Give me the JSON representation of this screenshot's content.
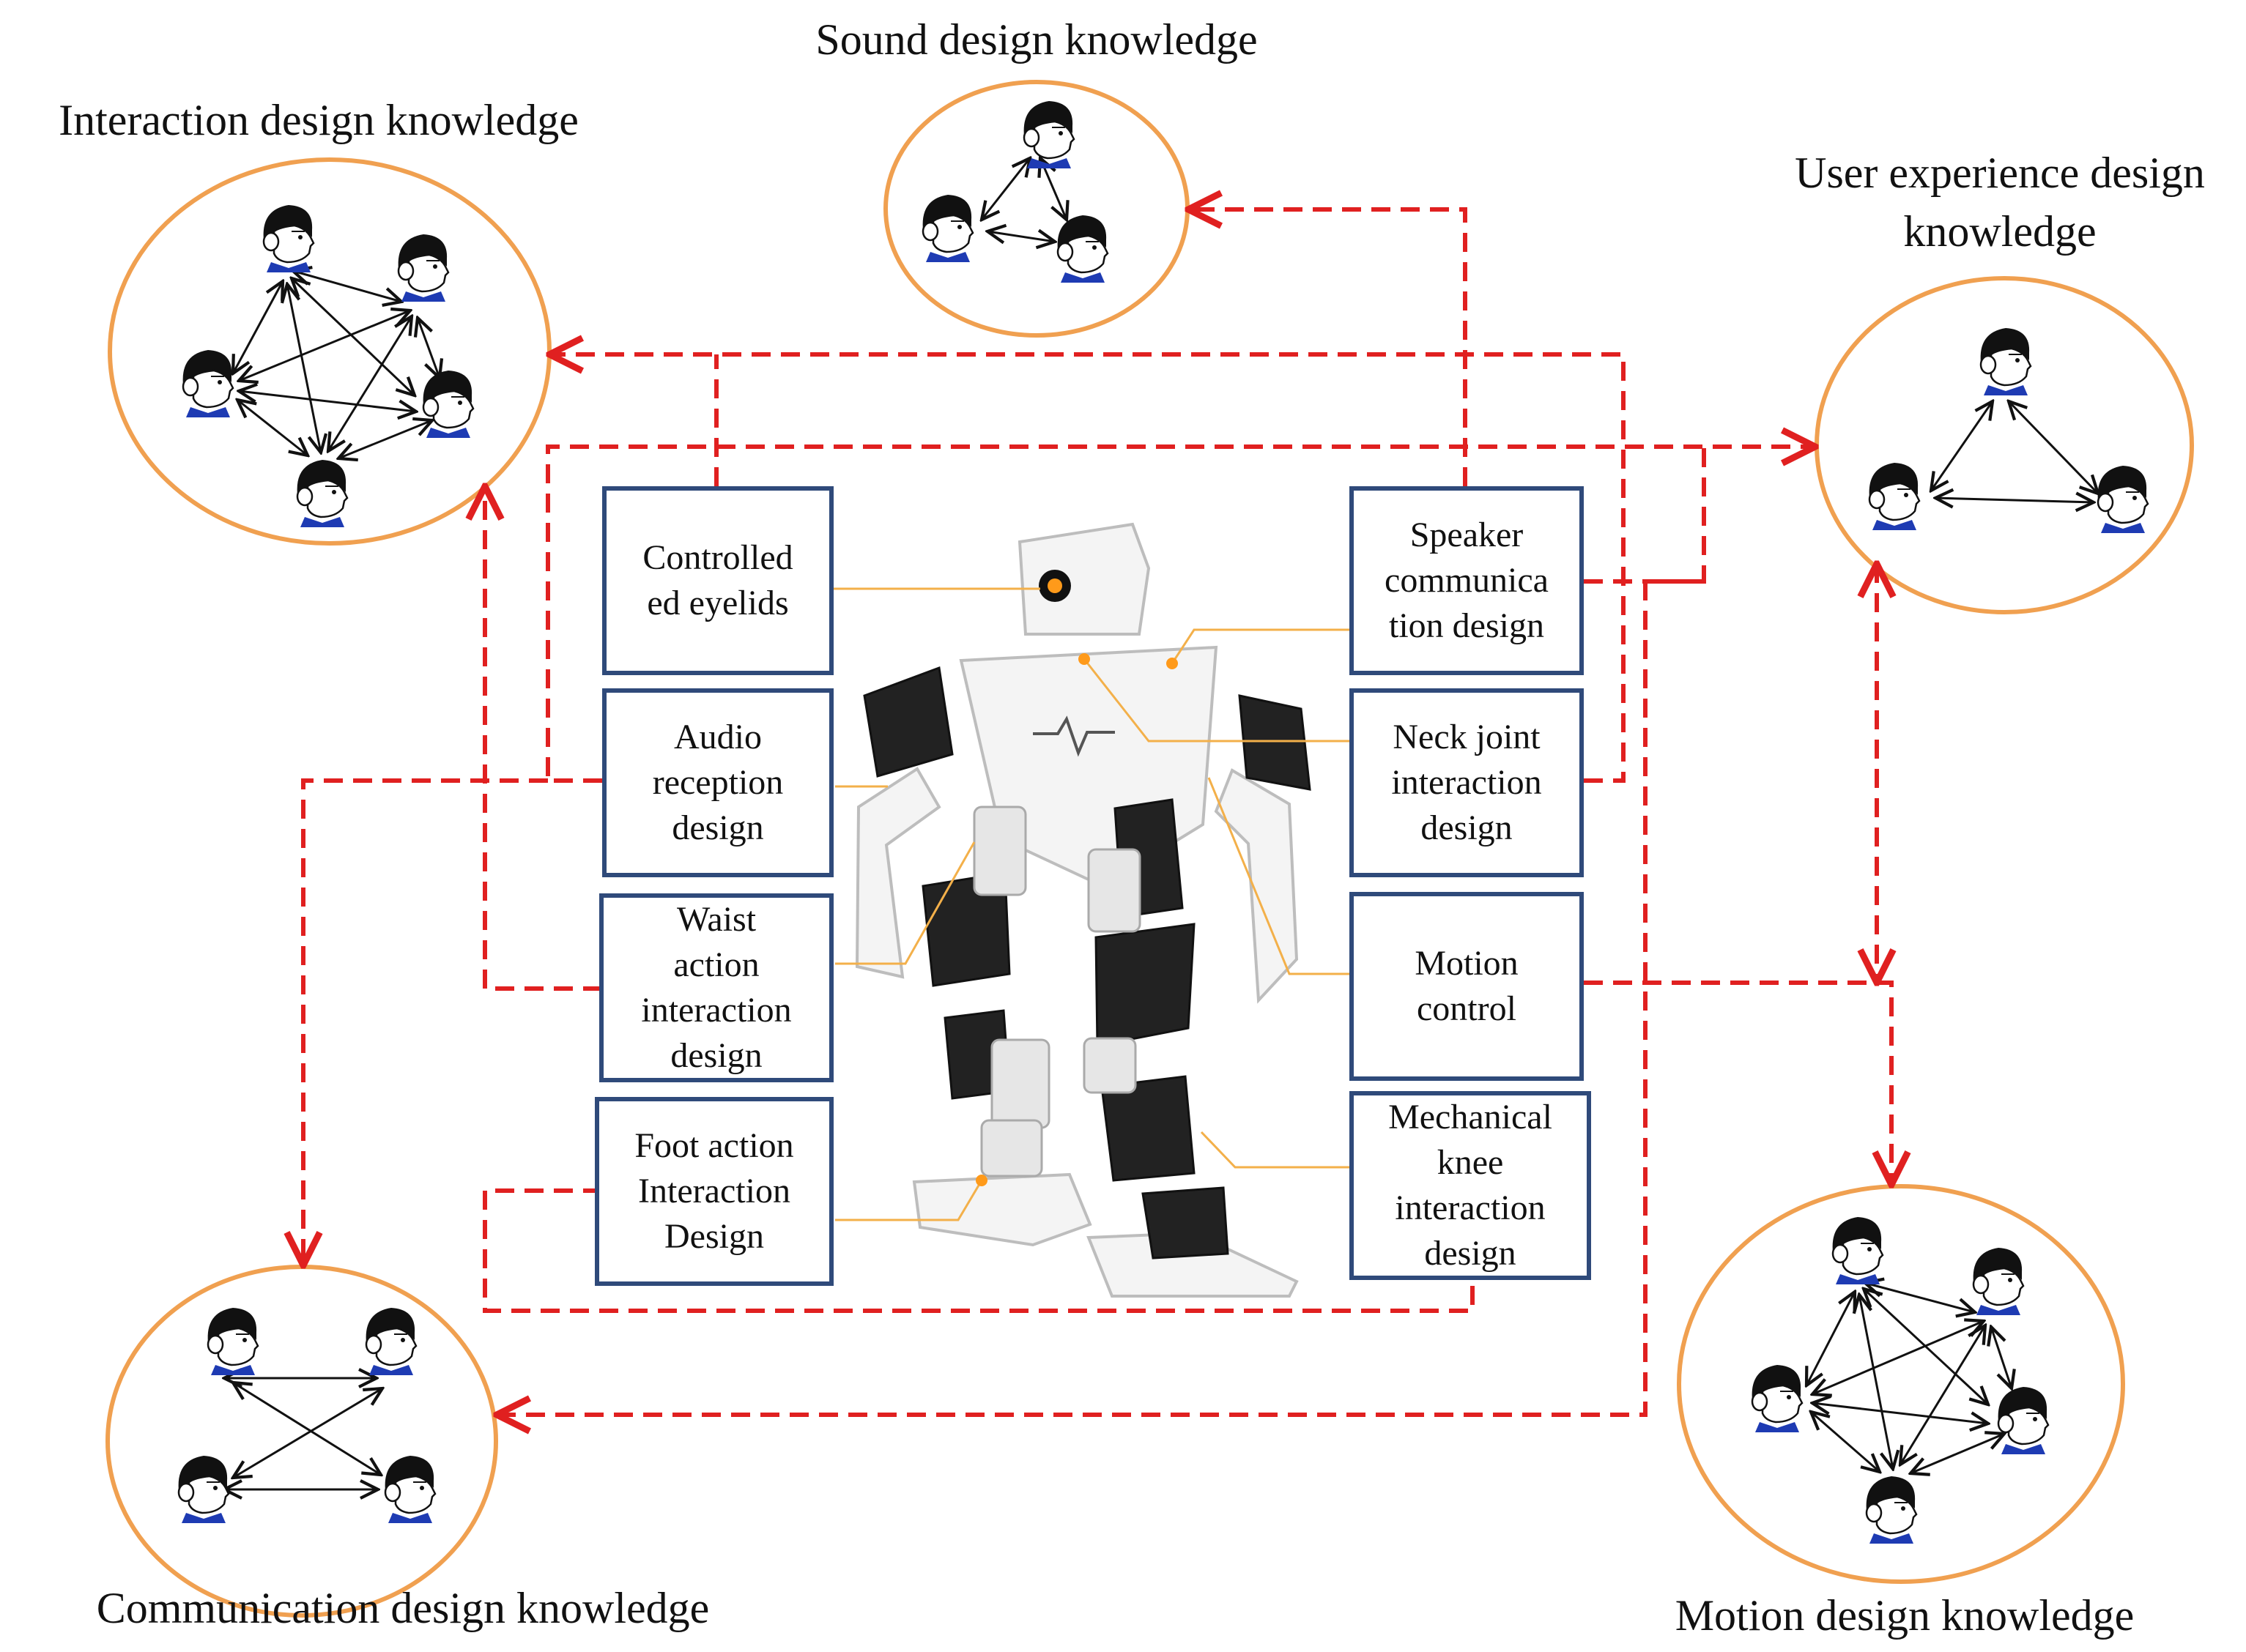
{
  "clusters": {
    "sound": {
      "title": "Sound design knowledge"
    },
    "interaction": {
      "title": "Interaction design knowledge"
    },
    "user_experience": {
      "title_line1": "User experience design",
      "title_line2": "knowledge"
    },
    "communication": {
      "title": "Communication design knowledge"
    },
    "motion": {
      "title": "Motion design knowledge"
    }
  },
  "boxes": {
    "controlled_eyelids": {
      "line1": "Controlled",
      "line2": "ed eyelids"
    },
    "audio_reception": {
      "line1": "Audio",
      "line2": "reception",
      "line3": "design"
    },
    "waist_action": {
      "line1": "Waist",
      "line2": "action",
      "line3": "interaction",
      "line4": "design"
    },
    "foot_action": {
      "line1": "Foot action",
      "line2": "Interaction",
      "line3": "Design"
    },
    "speaker_communication": {
      "line1": "Speaker",
      "line2": "communica",
      "line3": "tion design"
    },
    "neck_joint": {
      "line1": "Neck joint",
      "line2": "interaction",
      "line3": "design"
    },
    "motion_control": {
      "line1": "Motion",
      "line2": "control"
    },
    "mechanical_knee": {
      "line1": "Mechanical",
      "line2": "knee",
      "line3": "interaction",
      "line4": "design"
    }
  },
  "colors": {
    "circle_outline": "#f0a050",
    "dashed_arrow": "#e02020",
    "box_border": "#2f4a7a",
    "leader_line": "#f3b04a",
    "network_arrow": "#111111"
  },
  "icons": [
    "person-head-icon",
    "humanoid-robot-image"
  ]
}
